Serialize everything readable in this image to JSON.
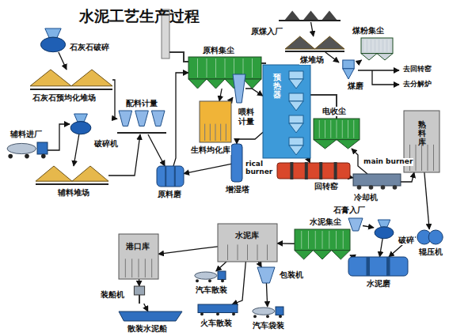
{
  "diagram": {
    "title": "水泥工艺生产过程",
    "nodes": [
      {
        "text": [
          "石灰石破碎"
        ]
      },
      {
        "text": [
          "石灰石预均化堆场"
        ]
      },
      {
        "text": [
          "原煤入厂"
        ]
      },
      {
        "text": [
          "煤堆场"
        ]
      },
      {
        "text": [
          "煤粉集尘"
        ]
      },
      {
        "text": [
          "煤磨"
        ]
      },
      {
        "text": [
          "原料集尘"
        ]
      },
      {
        "text": [
          "配料计量"
        ]
      },
      {
        "text": [
          "喂料计量"
        ]
      },
      {
        "text": [
          "预热器"
        ]
      },
      {
        "text": [
          "电收尘"
        ]
      },
      {
        "text": [
          "熟料库"
        ]
      },
      {
        "text": [
          "辅料进厂"
        ]
      },
      {
        "text": [
          "破碎机"
        ]
      },
      {
        "text": [
          "辅料堆场"
        ]
      },
      {
        "text": [
          "生料均化库"
        ]
      },
      {
        "text": [
          "增湿塔"
        ]
      },
      {
        "text": [
          "原料磨"
        ]
      },
      {
        "text": [
          "回转窑"
        ]
      },
      {
        "text": [
          "冷却机"
        ]
      },
      {
        "text": [
          "石膏入厂"
        ]
      },
      {
        "text": [
          "水泥集尘"
        ]
      },
      {
        "text": [
          "破碎"
        ]
      },
      {
        "text": [
          "辊压机"
        ]
      },
      {
        "text": [
          "水泥磨"
        ]
      },
      {
        "text": [
          "水泥库"
        ]
      },
      {
        "text": [
          "港口库"
        ]
      },
      {
        "text": [
          "装船机"
        ]
      },
      {
        "text": [
          "散装水泥船"
        ]
      },
      {
        "text": [
          "汽车散装"
        ]
      },
      {
        "text": [
          "包装机"
        ]
      },
      {
        "text": [
          "火车散装"
        ]
      },
      {
        "text": [
          "汽车袋装"
        ]
      }
    ],
    "edges": [
      {
        "from": 0,
        "to": 1,
        "arrow": "to"
      },
      {
        "from": 2,
        "to": 3,
        "arrow": "to"
      },
      {
        "from": 3,
        "to": 5,
        "arrow": "to"
      },
      {
        "from": 5,
        "to": 4,
        "arrow": "to"
      },
      {
        "from": 12,
        "to": 13,
        "arrow": "to"
      },
      {
        "from": 13,
        "to": 14,
        "arrow": "to"
      },
      {
        "from": 1,
        "to": 7,
        "arrow": "to"
      },
      {
        "from": 14,
        "to": 7,
        "arrow": "to"
      },
      {
        "from": 7,
        "to": 17,
        "arrow": "to"
      },
      {
        "from": 17,
        "to": 6,
        "arrow": "to"
      },
      {
        "from": 6,
        "to": 15,
        "arrow": "to"
      },
      {
        "from": 15,
        "to": 8,
        "arrow": "to"
      },
      {
        "from": 8,
        "to": 9,
        "arrow": "to"
      },
      {
        "from": 9,
        "to": 18,
        "arrow": "to"
      },
      {
        "from": 18,
        "to": 19,
        "arrow": "to"
      },
      {
        "from": 19,
        "to": 11,
        "arrow": "to"
      },
      {
        "from": 9,
        "to": 16,
        "arrow": "to"
      },
      {
        "from": 16,
        "to": 17,
        "arrow": "to"
      },
      {
        "from": 19,
        "to": 10,
        "arrow": "to"
      },
      {
        "from": 11,
        "to": 23,
        "arrow": "to"
      },
      {
        "from": 20,
        "to": 22,
        "arrow": "to"
      },
      {
        "from": 22,
        "to": 24,
        "arrow": "to"
      },
      {
        "from": 23,
        "to": 24,
        "arrow": "to"
      },
      {
        "from": 24,
        "to": 21,
        "arrow": "to"
      },
      {
        "from": 21,
        "to": 25,
        "arrow": "to"
      },
      {
        "from": 25,
        "to": 26,
        "arrow": "to"
      },
      {
        "from": 26,
        "to": 27,
        "arrow": "to"
      },
      {
        "from": 27,
        "to": 28,
        "arrow": "to"
      },
      {
        "from": 25,
        "to": 29,
        "arrow": "to"
      },
      {
        "from": 25,
        "to": 30,
        "arrow": "to"
      },
      {
        "from": 25,
        "to": 31,
        "arrow": "to"
      },
      {
        "from": 30,
        "to": 32,
        "arrow": "to"
      }
    ],
    "labels": [
      "rical burner",
      "main burner",
      "去回转窑",
      "去分解炉"
    ]
  }
}
